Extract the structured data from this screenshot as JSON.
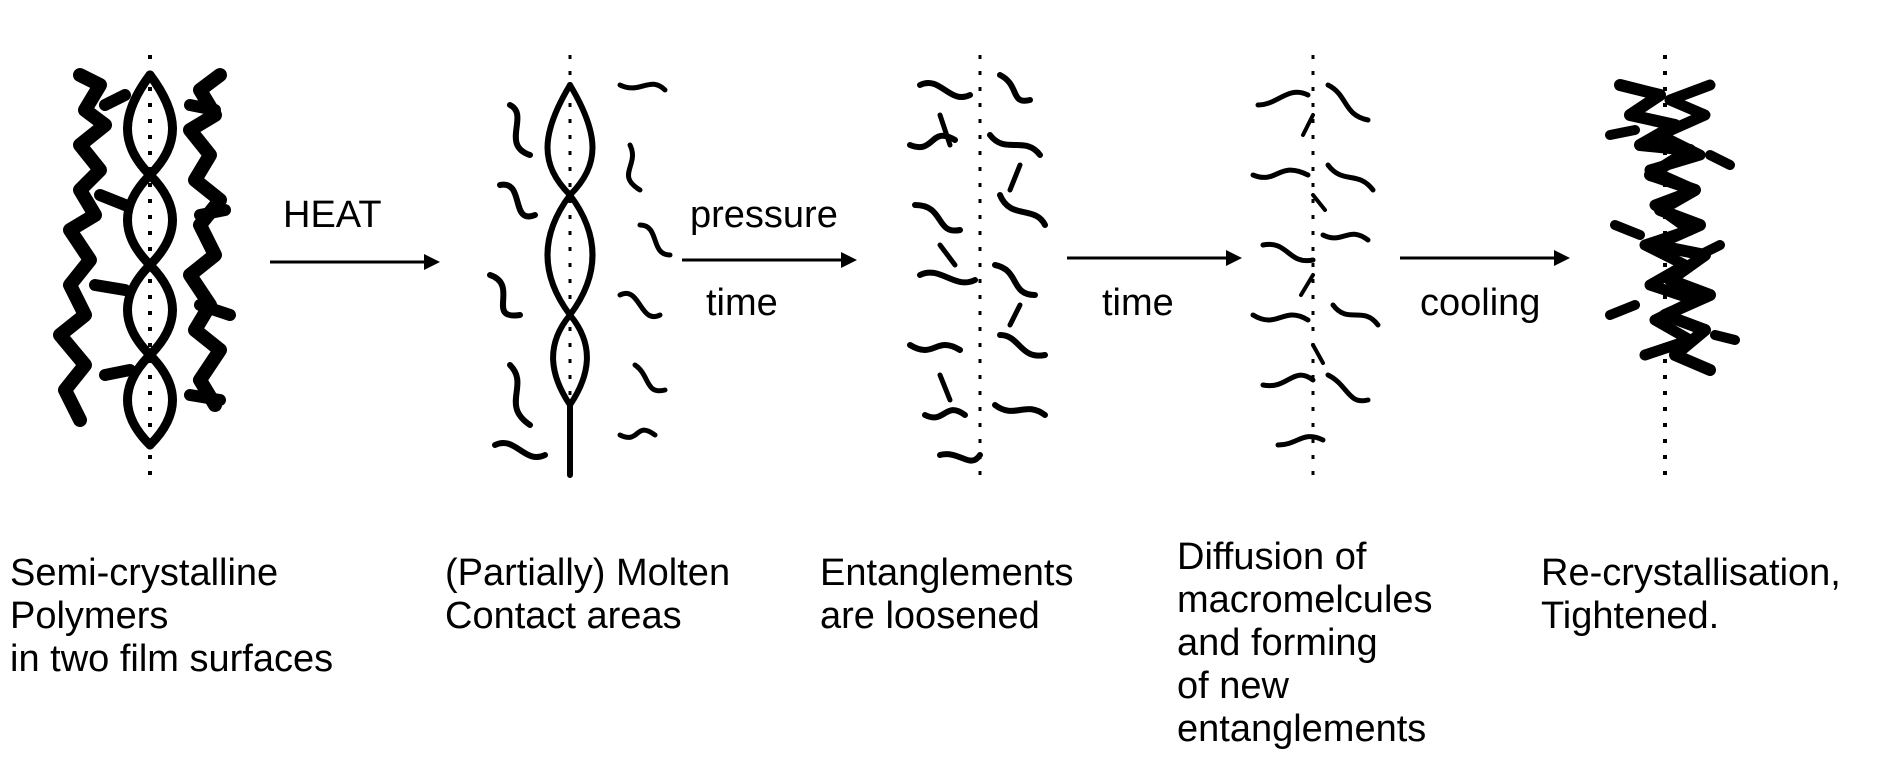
{
  "arrows": {
    "a1": {
      "top": "HEAT"
    },
    "a2": {
      "top": "pressure",
      "bottom": "time"
    },
    "a3": {
      "bottom": "time"
    },
    "a4": {
      "bottom": "cooling"
    }
  },
  "captions": {
    "c1": "Semi-crystalline\nPolymers\nin two film surfaces",
    "c2": "(Partially) Molten\nContact areas",
    "c3": "Entanglements\nare loosened",
    "c4": "Diffusion of\nmacromelcules\nand forming\nof new\nentanglements",
    "c5": "Re-crystallisation,\nTightened."
  }
}
